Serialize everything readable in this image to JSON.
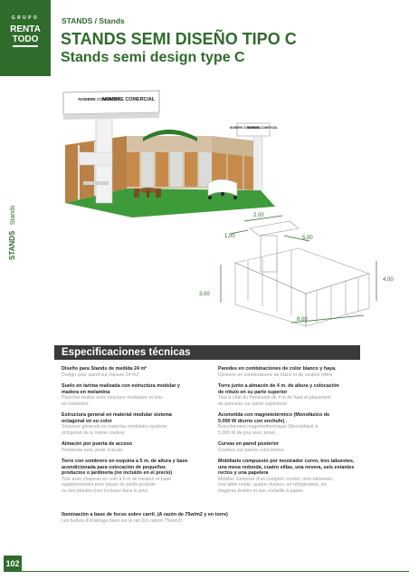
{
  "logo": {
    "top": "GRUPO",
    "line1": "RENTA",
    "line2": "TODO"
  },
  "header": {
    "breadcrumb": "STANDS / Stands",
    "title_es": "STANDS SEMI DISEÑO TIPO C",
    "title_en": "Stands semi design type C"
  },
  "side_tab": {
    "main": "STANDS",
    "sub": "Stands"
  },
  "render": {
    "tower_sign": "NOMBRE COMERCIAL",
    "tower_sign_small": "NOMBRE COMERCIAL",
    "wall_sign_1": "NOMBRE COMERCIAL",
    "wall_sign_2": "NOMBRE COMERCIAL"
  },
  "plan": {
    "dim_top": "2,00",
    "dim_left_top": "1,00",
    "dim_right_top": "5,00",
    "dim_right": "4,00",
    "dim_left": "3,00",
    "dim_bottom": "8,00"
  },
  "specs": {
    "heading": "Especificaciones técnicas",
    "left": [
      {
        "es": [
          "Diseño para Stands de medida 24 m²"
        ],
        "fr": [
          "Design pour stand sur mesure 24 m2"
        ]
      },
      {
        "es": [
          "Suelo en tarima realizada con estructura modular y",
          "madera en melamina"
        ],
        "fr": [
          "Plancher mulise avec structure modulaire et bois",
          "en mélamine"
        ]
      },
      {
        "es": [
          "Estructura general en material modular sistema",
          "octagonal en su color"
        ],
        "fr": [
          "Structure générale en materiau modulaire système",
          "octogonal de la même couleur"
        ]
      },
      {
        "es": [
          "Almacén por puerta de acceso"
        ],
        "fr": [
          "Penteoste avec porte d'accès"
        ]
      },
      {
        "es": [
          "Torre con sombrero en esquina a 5 m. de altura y base",
          "acondicionada para colocación de pequeños",
          "productos o jardinería (no incluido en el precio)"
        ],
        "fr": [
          "Tour avec chapeau en coin à 5 m de hauteur et base",
          "supplémentaire pour placer de petits produits",
          "ou des plantes (non incluses dans le prix)"
        ]
      }
    ],
    "right": [
      {
        "es": [
          "Paredes en combinaciones de color blanco y haya."
        ],
        "fr": [
          "Cloisons en combinaisons de blanc et de couleur hêtre"
        ]
      },
      {
        "es": [
          "Torre junto a almacén de 4 m. de altura y colocación",
          "de rótulo en su parte superior"
        ],
        "fr": [
          "Tour à côté du Penteoste de 4 m de haut et placement",
          "de panneau sur partie supérieure"
        ]
      },
      {
        "es": [
          "Acometida con magnetotérmico (Monofásico de",
          "5.000 W diurno con enchufe) ."
        ],
        "fr": [
          "Branchement magnétothermique (Monophasé à",
          "5.000 W de jour avec prise)"
        ]
      },
      {
        "es": [
          "Curvas en pared posterior"
        ],
        "fr": [
          "Courbes sur parois celui-arrière"
        ]
      },
      {
        "es": [
          "Mobiliario compuesto por mostrador curvo, tres taburetes,",
          "una mesa redonda, cuatro sillas, una nevera, seis estantes",
          "rectos y una papelera"
        ],
        "fr": [
          "Mobilier composé d'un comptoir courbe, trois tabourets,",
          "une table ronde, quatre chaises, un réfrigérateur, six",
          "étagères droites et une corbeille à papier."
        ]
      }
    ],
    "bottom": {
      "es": [
        "Iluminación a base de focos sobre carril. (A razón de 75w/m2 y en torre)"
      ],
      "fr": [
        "Les bulbes d'éclairage basé sur le rail (Un raison 75w/m2)"
      ]
    }
  },
  "footer": {
    "page_number": "102"
  },
  "colors": {
    "brand_green": "#2f6b2b",
    "grass_green": "#3e9b3a",
    "wood": "#c68a4b"
  }
}
